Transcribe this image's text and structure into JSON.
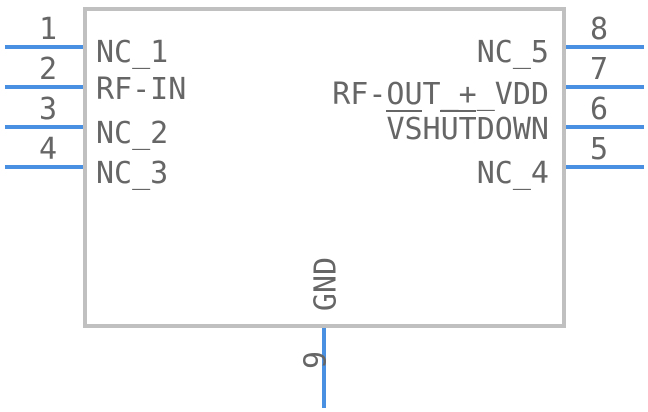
{
  "colors": {
    "pin": "#4a90e2",
    "body": "#c0c0c0",
    "text": "#666666",
    "background": "#ffffff"
  },
  "pins": {
    "p1": {
      "number": "1",
      "label": "NC_1"
    },
    "p2": {
      "number": "2",
      "label": "RF-IN"
    },
    "p3": {
      "number": "3",
      "label": "NC_2"
    },
    "p4": {
      "number": "4",
      "label": "NC_3"
    },
    "p5": {
      "number": "5",
      "label": "NC_4"
    },
    "p6": {
      "number": "6",
      "label": "VSHUTDOWN"
    },
    "p7": {
      "number": "7",
      "label": "RF-OUT_+_VDD"
    },
    "p8": {
      "number": "8",
      "label": "NC_5"
    },
    "p9": {
      "number": "9",
      "label": "GND"
    }
  }
}
